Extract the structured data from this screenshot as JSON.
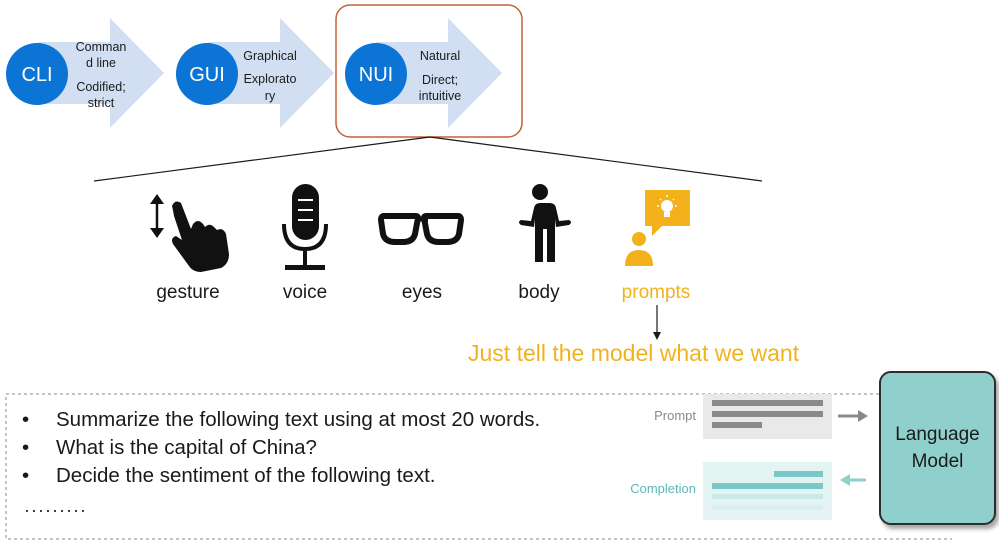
{
  "stages": [
    {
      "abbr": "CLI",
      "line1": "Comman",
      "line2": "d line",
      "line3": "Codified;",
      "line4": "strict"
    },
    {
      "abbr": "GUI",
      "line1": "Graphical",
      "line2": "",
      "line3": "Explorato",
      "line4": "ry"
    },
    {
      "abbr": "NUI",
      "line1": "Natural",
      "line2": "",
      "line3": "Direct;",
      "line4": "intuitive"
    }
  ],
  "modalities": [
    {
      "label": "gesture",
      "icon": "gesture-hand-icon"
    },
    {
      "label": "voice",
      "icon": "microphone-icon"
    },
    {
      "label": "eyes",
      "icon": "glasses-icon"
    },
    {
      "label": "body",
      "icon": "person-icon"
    },
    {
      "label": "prompts",
      "icon": "prompt-person-idea-icon"
    }
  ],
  "headline": "Just tell the model what we want",
  "examples": [
    "Summarize the following text using at most 20 words.",
    "What is the capital of China?",
    "Decide the sentiment of the following text."
  ],
  "ellipsis": "·········",
  "io": {
    "prompt_label": "Prompt",
    "completion_label": "Completion"
  },
  "model": {
    "line1": "Language",
    "line2": "Model"
  },
  "colors": {
    "circle_blue": "#0c74d4",
    "arrow_fill": "#d2dff3",
    "highlight_orange": "#f3b21c",
    "nui_border": "#c0623a",
    "model_teal": "#8fd0cc"
  }
}
